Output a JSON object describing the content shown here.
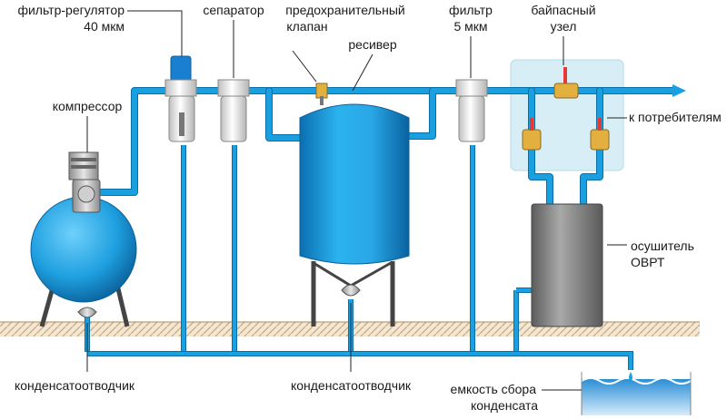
{
  "labels": {
    "filter_regulator_line1": "фильтр-регулятор",
    "filter_regulator_line2": "40 мкм",
    "separator": "сепаратор",
    "safety_valve_line1": "предохранительный",
    "safety_valve_line2": "клапан",
    "receiver": "ресивер",
    "filter5_line1": "фильтр",
    "filter5_line2": "5 мкм",
    "bypass_line1": "байпасный",
    "bypass_line2": "узел",
    "to_consumers": "к потребителям",
    "compressor": "компрессор",
    "dryer_line1": "осушитель",
    "dryer_line2": "ОВРТ",
    "drain_left": "конденсатоотводчик",
    "drain_center": "конденсатоотводчик",
    "tank_line1": "емкость сбора",
    "tank_line2": "конденсата"
  },
  "colors": {
    "pipe": "#1aa0e0",
    "pipe_edge": "#0a6fa8",
    "vessel": "#2aa7e6",
    "filter_body": "#eeeeee",
    "ground": "#c9a77a",
    "valve_handle": "#e53935",
    "valve_body": "#e3b040",
    "bypass_box": "#d8eef7",
    "dryer": "#8a8a8a"
  },
  "icons": {
    "arrow": "arrow-right-icon",
    "drop": "water-drop-icon"
  }
}
